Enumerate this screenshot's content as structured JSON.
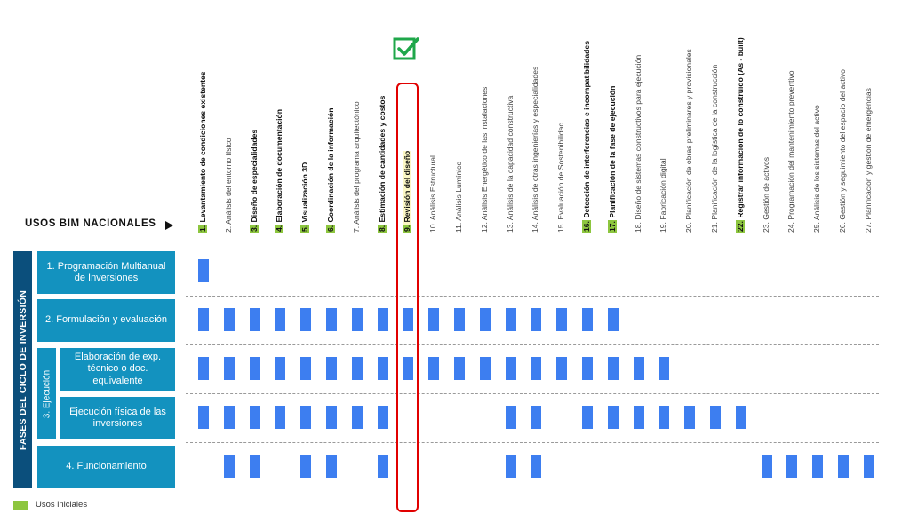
{
  "header": {
    "title": "USOS BIM NACIONALES"
  },
  "sidebar": {
    "phase_label": "FASES DEL CICLO DE INVERSIÓN",
    "ejecucion_label": "3. Ejecución"
  },
  "legend": {
    "label": "Usos iniciales",
    "color": "#8dc63f"
  },
  "colors": {
    "cell": "#3d7ef0",
    "row_box": "#1392bf",
    "phase_bar": "#0b4f7c",
    "highlight_border": "#e10000",
    "highlight_fill": "#fbf7c4",
    "check": "#1fa74a"
  },
  "icons": {
    "selected_marker": "check-square-icon",
    "pointer": "arrow-right-icon"
  },
  "highlighted_use": 9,
  "uses": [
    {
      "num": "1.",
      "text": "Levantamiento de condiciones existentes",
      "initial": true
    },
    {
      "num": "2.",
      "text": "Análisis del entorno físico",
      "initial": false
    },
    {
      "num": "3.",
      "text": "Diseño de especialidades",
      "initial": true
    },
    {
      "num": "4.",
      "text": "Elaboración de documentación",
      "initial": true
    },
    {
      "num": "5.",
      "text": "Visualización 3D",
      "initial": true
    },
    {
      "num": "6.",
      "text": "Coordinación de la información",
      "initial": true
    },
    {
      "num": "7.",
      "text": "Análisis del programa arquitectónico",
      "initial": false
    },
    {
      "num": "8.",
      "text": "Estimación de cantidades y costos",
      "initial": true
    },
    {
      "num": "9.",
      "text": "Revisión del diseño",
      "initial": true
    },
    {
      "num": "10.",
      "text": "Análisis Estructural",
      "initial": false
    },
    {
      "num": "11.",
      "text": "Análisis Lumínico",
      "initial": false
    },
    {
      "num": "12.",
      "text": "Análisis Energético de las instalaciones",
      "initial": false
    },
    {
      "num": "13.",
      "text": "Análisis de la capacidad constructiva",
      "initial": false
    },
    {
      "num": "14.",
      "text": "Análisis de otras ingenierías y especialidades",
      "initial": false
    },
    {
      "num": "15.",
      "text": "Evaluación de Sostenibilidad",
      "initial": false
    },
    {
      "num": "16.",
      "text": "Detección de interferencias e incompatibilidades",
      "initial": true
    },
    {
      "num": "17.",
      "text": "Planificación de la fase de ejecución",
      "initial": true
    },
    {
      "num": "18.",
      "text": "Diseño de sistemas constructivos para ejecución",
      "initial": false
    },
    {
      "num": "19.",
      "text": "Fabricación digital",
      "initial": false
    },
    {
      "num": "20.",
      "text": "Planificación de obras preliminares y provisionales",
      "initial": false
    },
    {
      "num": "21.",
      "text": "Planificación de la logística de la construcción",
      "initial": false
    },
    {
      "num": "22.",
      "text": "Registrar información de lo construido (As - built)",
      "initial": true
    },
    {
      "num": "23.",
      "text": "Gestión de activos",
      "initial": false
    },
    {
      "num": "24.",
      "text": "Programación del mantenimiento preventivo",
      "initial": false
    },
    {
      "num": "25.",
      "text": "Análisis de los sistemas del activo",
      "initial": false
    },
    {
      "num": "26.",
      "text": "Gestión y seguimiento del espacio del activo",
      "initial": false
    },
    {
      "num": "27.",
      "text": "Planificación y gestión de emergencias",
      "initial": false
    }
  ],
  "phases": [
    {
      "label": "1. Programación Multianual de Inversiones",
      "uses": [
        1
      ]
    },
    {
      "label": "2. Formulación y evaluación",
      "uses": [
        1,
        2,
        3,
        4,
        5,
        6,
        7,
        8,
        9,
        10,
        11,
        12,
        13,
        14,
        15,
        16,
        17
      ]
    },
    {
      "label": "Elaboración de exp. técnico o doc. equivalente",
      "uses": [
        1,
        2,
        3,
        4,
        5,
        6,
        7,
        8,
        9,
        10,
        11,
        12,
        13,
        14,
        15,
        16,
        17,
        18,
        19
      ]
    },
    {
      "label": "Ejecución física de las inversiones",
      "uses": [
        1,
        2,
        3,
        4,
        5,
        6,
        7,
        8,
        13,
        14,
        16,
        17,
        18,
        19,
        20,
        21,
        22
      ]
    },
    {
      "label": "4. Funcionamiento",
      "uses": [
        2,
        3,
        5,
        6,
        8,
        13,
        14,
        23,
        24,
        25,
        26,
        27
      ]
    }
  ]
}
